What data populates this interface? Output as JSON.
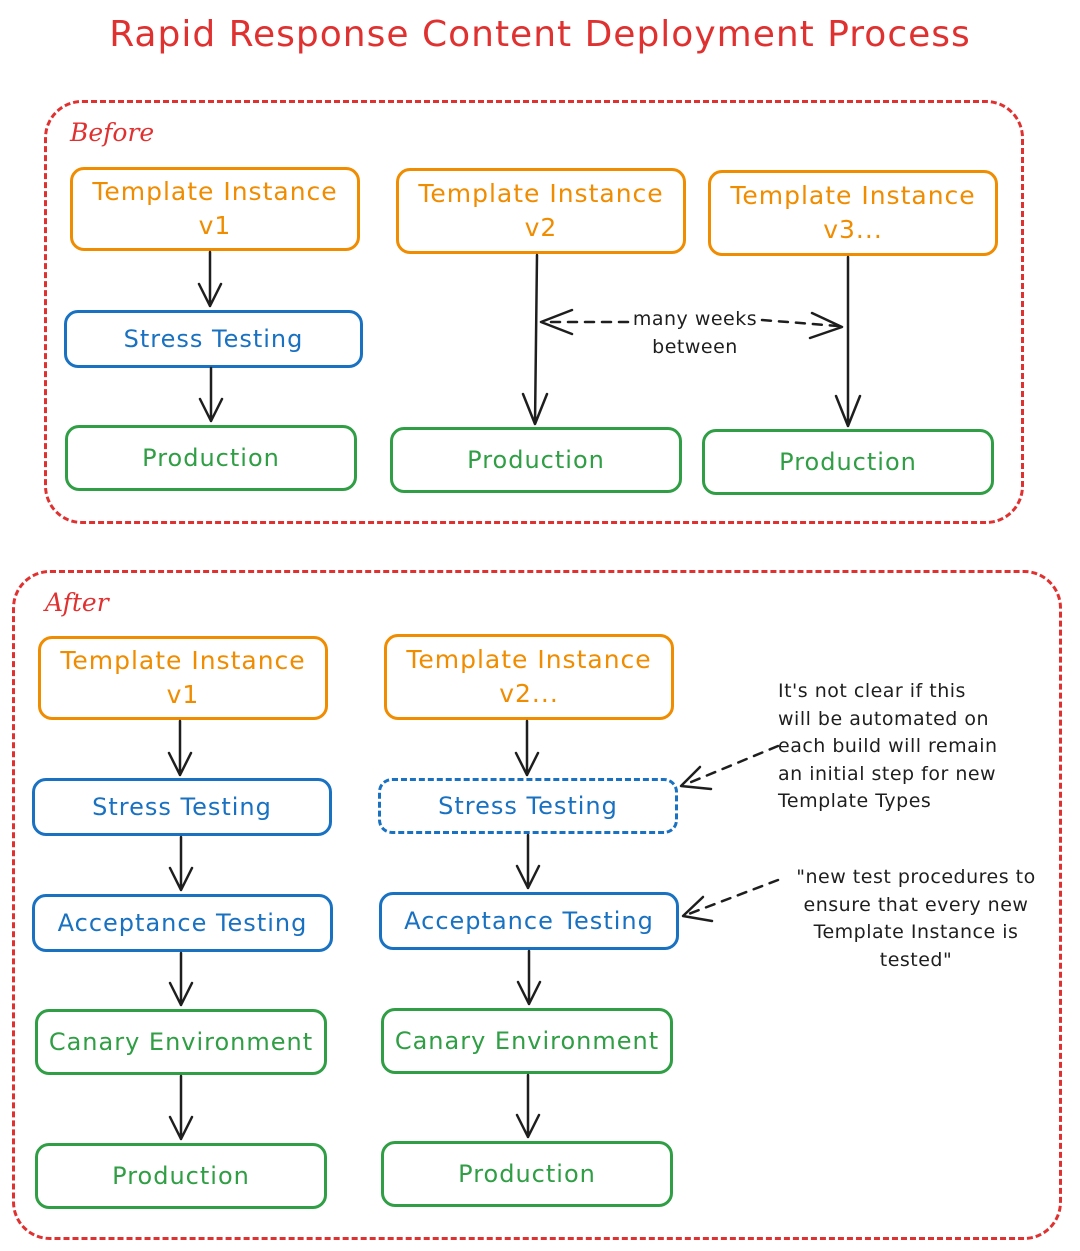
{
  "title": "Rapid Response Content Deployment Process",
  "colors": {
    "red": "#e03131",
    "orange": "#f08c00",
    "blue": "#1971c2",
    "green": "#2f9e44",
    "ink": "#1e1e1e"
  },
  "before": {
    "label": "Before",
    "tpl1": "Template Instance\nv1",
    "tpl2": "Template Instance\nv2",
    "tpl3": "Template Instance\nv3...",
    "stress": "Stress Testing",
    "prod1": "Production",
    "prod2": "Production",
    "prod3": "Production",
    "gap_note": "many weeks\nbetween"
  },
  "after": {
    "label": "After",
    "tpl1": "Template Instance\nv1",
    "tpl2": "Template Instance\nv2...",
    "stress1": "Stress Testing",
    "stress2": "Stress Testing",
    "accept1": "Acceptance Testing",
    "accept2": "Acceptance Testing",
    "canary1": "Canary Environment",
    "canary2": "Canary Environment",
    "prod1": "Production",
    "prod2": "Production",
    "note1": "It's not clear if this\nwill be automated on\neach build will remain\nan initial step for new\nTemplate Types",
    "note2": "\"new test procedures to\nensure that every new\nTemplate Instance is\ntested\""
  }
}
